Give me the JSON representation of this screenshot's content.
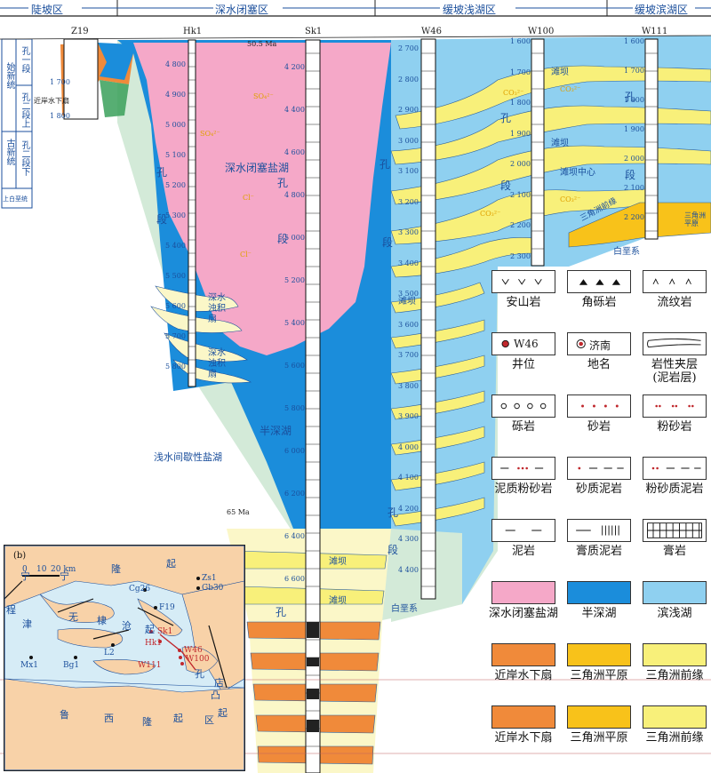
{
  "zones": [
    "陡坡区",
    "深水闭塞区",
    "缓坡浅湖区",
    "缓坡滨湖区"
  ],
  "wells": [
    "Z19",
    "Hk1",
    "Sk1",
    "W46",
    "W100",
    "W111"
  ],
  "strat_column": {
    "series": [
      "始新统",
      "古新统"
    ],
    "members": [
      "孔一段",
      "孔二段上",
      "孔二段下"
    ],
    "base": "上白垩统"
  },
  "depths": {
    "Z19": [
      "1 700",
      "1 800"
    ],
    "Hk1": [
      "4 800",
      "4 900",
      "5 000",
      "5 100",
      "5 200",
      "5 300",
      "5 400",
      "5 500",
      "5 600",
      "5 700",
      "5 800"
    ],
    "Sk1": [
      "4 200",
      "4 400",
      "4 600",
      "4 800",
      "5 000",
      "5 200",
      "5 400",
      "5 600",
      "5 800",
      "6 000",
      "6 200",
      "6 400",
      "6 600"
    ],
    "W46": [
      "2 700",
      "2 800",
      "2 900",
      "3 000",
      "3 100",
      "3 200",
      "3 300",
      "3 400",
      "3 500",
      "3 600",
      "3 700",
      "3 800",
      "3 900",
      "4 000",
      "4 100",
      "4 200",
      "4 300",
      "4 400"
    ],
    "W100": [
      "1 600",
      "1 700",
      "1 800",
      "1 900",
      "2 000",
      "2 100",
      "2 200",
      "2 300"
    ],
    "W111": [
      "1 600",
      "1 700",
      "1 800",
      "1 900",
      "2 000",
      "2 100",
      "2 200"
    ]
  },
  "ages": [
    "50.5 Ma",
    "65 Ma"
  ],
  "section_labels": {
    "closed_saline": "深水闭塞盐湖",
    "semi_deep": "半深湖",
    "shallow_saline": "浅水间歇性盐湖",
    "deep_fan": "深水浊积扇",
    "shoal": "滩坝",
    "shoal_center": "滩坝中心",
    "delta_front": "三角洲前缘",
    "delta_plain": "三角洲平原",
    "near_shore_fan": "近岸水下扇",
    "cretaceous": "白垩系",
    "kong1": "孔一段",
    "kong": "孔",
    "duan": "段",
    "so4": "SO₄²⁻",
    "cl": "Cl⁻",
    "co3": "CO₃²⁻"
  },
  "legend": [
    {
      "label": "安山岩",
      "sym": "andesite"
    },
    {
      "label": "角砾岩",
      "sym": "breccia"
    },
    {
      "label": "流纹岩",
      "sym": "rhyolite"
    },
    {
      "label": "井位",
      "sym": "well",
      "tag": "W46"
    },
    {
      "label": "地名",
      "sym": "place",
      "tag": "济南"
    },
    {
      "label": "岩性夹层\n(泥岩层)",
      "sym": "interlayer"
    },
    {
      "label": "砾岩",
      "sym": "conglomerate"
    },
    {
      "label": "砂岩",
      "sym": "sandstone"
    },
    {
      "label": "粉砂岩",
      "sym": "siltstone"
    },
    {
      "label": "泥质粉砂岩",
      "sym": "muddy_silt"
    },
    {
      "label": "砂质泥岩",
      "sym": "sandy_mud"
    },
    {
      "label": "粉砂质泥岩",
      "sym": "silty_mud"
    },
    {
      "label": "泥岩",
      "sym": "mudstone"
    },
    {
      "label": "膏质泥岩",
      "sym": "gypsum_mud"
    },
    {
      "label": "膏岩",
      "sym": "gypsum"
    },
    {
      "label": "深水闭塞盐湖",
      "color": "#f5a8c8"
    },
    {
      "label": "半深湖",
      "color": "#1b8ddb"
    },
    {
      "label": "滨浅湖",
      "color": "#8fd0f0"
    },
    {
      "label": "近岸水下扇",
      "color": "#f08a3a"
    },
    {
      "label": "三角洲平原",
      "color": "#f8c21a"
    },
    {
      "label": "三角洲前缘",
      "color": "#f8f07a"
    },
    {
      "label": "近岸水下扇",
      "color": "#f08a3a"
    },
    {
      "label": "三角洲平原",
      "color": "#f8c21a"
    },
    {
      "label": "三角洲前缘",
      "color": "#f8f07a"
    }
  ],
  "inset": {
    "panel": "(b)",
    "scale": [
      "0",
      "10",
      "20 km"
    ],
    "wells": [
      "Zs1",
      "Gb30",
      "Cg26",
      "F19",
      "Sk1",
      "Hk1",
      "W46",
      "W100",
      "W111",
      "L2",
      "Mx1",
      "Bg1"
    ],
    "regions": [
      "隆",
      "起",
      "宁",
      "程",
      "宁",
      "津",
      "无",
      "棣",
      "沧",
      "起",
      "孔",
      "店",
      "凸",
      "起",
      "鲁",
      "西",
      "隆",
      "起",
      "区"
    ]
  },
  "colors": {
    "pink": "#f5a8c8",
    "blue": "#1b8ddb",
    "light_blue": "#8fd0f0",
    "orange": "#f08a3a",
    "amber": "#f8c21a",
    "yellow": "#f8f07a",
    "pale_yellow": "#fbf7c8",
    "pale_green": "#d3ead8"
  }
}
